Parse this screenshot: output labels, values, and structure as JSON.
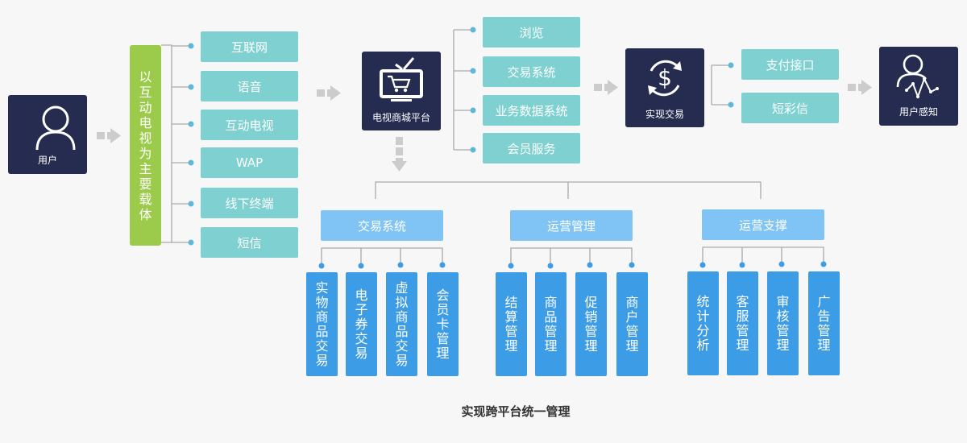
{
  "user": {
    "label": "用户",
    "icon": "user-icon"
  },
  "carrier": {
    "label": "以互动电视为主要载体"
  },
  "channels": [
    "互联网",
    "语音",
    "互动电视",
    "WAP",
    "线下终端",
    "短信"
  ],
  "platform": {
    "label": "电视商城平台",
    "icon": "tv-cart-icon"
  },
  "platform_functions": [
    "浏览",
    "交易系统",
    "业务数据系统",
    "会员服务"
  ],
  "transaction": {
    "label": "实现交易",
    "icon": "dollar-cycle-icon"
  },
  "payment": [
    "支付接口",
    "短彩信"
  ],
  "perception": {
    "label": "用户感知",
    "icon": "user-chart-icon"
  },
  "modules": [
    {
      "title": "交易系统",
      "items": [
        "实物商品交易",
        "电子券交易",
        "虚拟商品交易",
        "会员卡管理"
      ]
    },
    {
      "title": "运营管理",
      "items": [
        "结算管理",
        "商品管理",
        "促销管理",
        "商户管理"
      ]
    },
    {
      "title": "运营支撑",
      "items": [
        "统计分析",
        "客服管理",
        "审核管理",
        "广告管理"
      ]
    }
  ],
  "caption": "实现跨平台统一管理",
  "colors": {
    "navy": "#252c4f",
    "teal": "#7fd1d1",
    "green": "#9ccb4c",
    "light_blue": "#7fc4f4",
    "blue": "#3d9ce6",
    "connector": "#aaaaaa",
    "dot": "#5fb8d8",
    "arrow": "#cccccc"
  }
}
